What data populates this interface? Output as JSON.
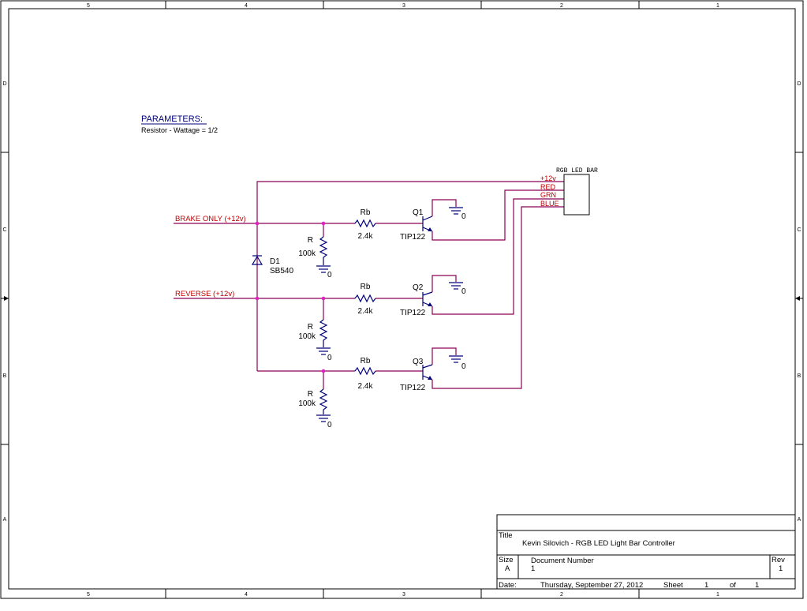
{
  "border": {
    "top_columns": [
      "5",
      "4",
      "3",
      "2",
      "1"
    ],
    "bottom_columns": [
      "5",
      "4",
      "3",
      "2",
      "1"
    ],
    "left_rows": [
      "D",
      "C",
      "B",
      "A"
    ],
    "right_rows": [
      "D",
      "C",
      "B",
      "A"
    ]
  },
  "parameters": {
    "heading": "PARAMETERS:",
    "line": "Resistor - Wattage = 1/2"
  },
  "connector": {
    "title": "RGB LED BAR",
    "pins": [
      "+12v",
      "RED",
      "GRN",
      "BLUE"
    ]
  },
  "nets": {
    "brake": "BRAKE ONLY (+12v)",
    "reverse": "REVERSE (+12v)"
  },
  "diode": {
    "ref": "D1",
    "value": "SB540"
  },
  "resistors_rb": [
    {
      "ref": "Rb",
      "value": "2.4k"
    },
    {
      "ref": "Rb",
      "value": "2.4k"
    },
    {
      "ref": "Rb",
      "value": "2.4k"
    }
  ],
  "resistors_r": [
    {
      "ref": "R",
      "value": "100k"
    },
    {
      "ref": "R",
      "value": "100k"
    },
    {
      "ref": "R",
      "value": "100k"
    }
  ],
  "transistors": [
    {
      "ref": "Q1",
      "part": "TIP122"
    },
    {
      "ref": "Q2",
      "part": "TIP122"
    },
    {
      "ref": "Q3",
      "part": "TIP122"
    }
  ],
  "ground_label": "0",
  "title_block": {
    "title_label": "Title",
    "title": "Kevin Silovich - RGB LED Light Bar Controller",
    "size_label": "Size",
    "size": "A",
    "docnum_label": "Document Number",
    "docnum": "1",
    "rev_label": "Rev",
    "rev": "1",
    "date_label": "Date:",
    "date": "Thursday, September 27, 2012",
    "sheet_label": "Sheet",
    "sheet": "1",
    "of_label": "of",
    "of": "1"
  },
  "colors": {
    "wire": "#8b0057",
    "component": "#00007a",
    "net_label": "#c00000",
    "junction": "#e020c0"
  }
}
